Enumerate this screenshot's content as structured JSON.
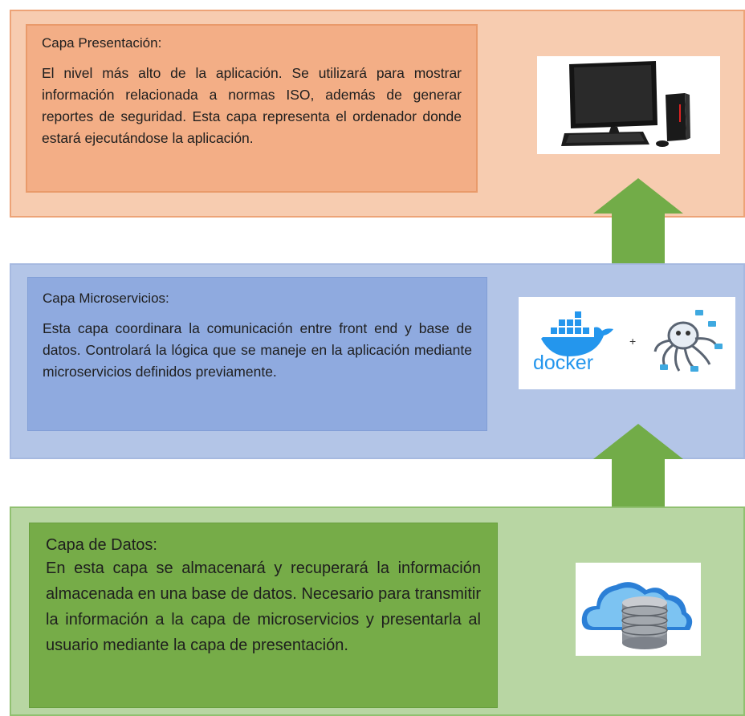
{
  "layers": {
    "presentation": {
      "title": "Capa Presentación:",
      "body": "El nivel más alto de la aplicación. Se utilizará para mostrar información relacionada a normas ISO, además de generar reportes de seguridad. Esta capa representa el ordenador donde estará ejecutándose la aplicación.",
      "icon": "desktop-computer-icon"
    },
    "microservices": {
      "title": "Capa Microservicios:",
      "body": "Esta capa coordinara la comunicación entre front end y base de datos. Controlará la lógica que se maneje en la aplicación mediante microservicios definidos previamente.",
      "logos": {
        "docker_text": "docker",
        "plus": "+"
      },
      "icon": "docker-octopus-logo"
    },
    "data": {
      "title": "Capa de Datos:",
      "body": "En esta capa se almacenará y recuperará la información almacenada en una base de datos. Necesario para transmitir la información a la capa de microservicios y presentarla al usuario mediante la capa de presentación.",
      "icon": "cloud-database-icon"
    }
  },
  "colors": {
    "presentation_bg": "#f7ccb0",
    "presentation_box": "#f3ae86",
    "microservices_bg": "#b3c5e7",
    "microservices_box": "#8faadf",
    "data_bg": "#b8d6a3",
    "data_box": "#76ac48",
    "arrow": "#72ac48",
    "docker_blue": "#2496ed"
  }
}
